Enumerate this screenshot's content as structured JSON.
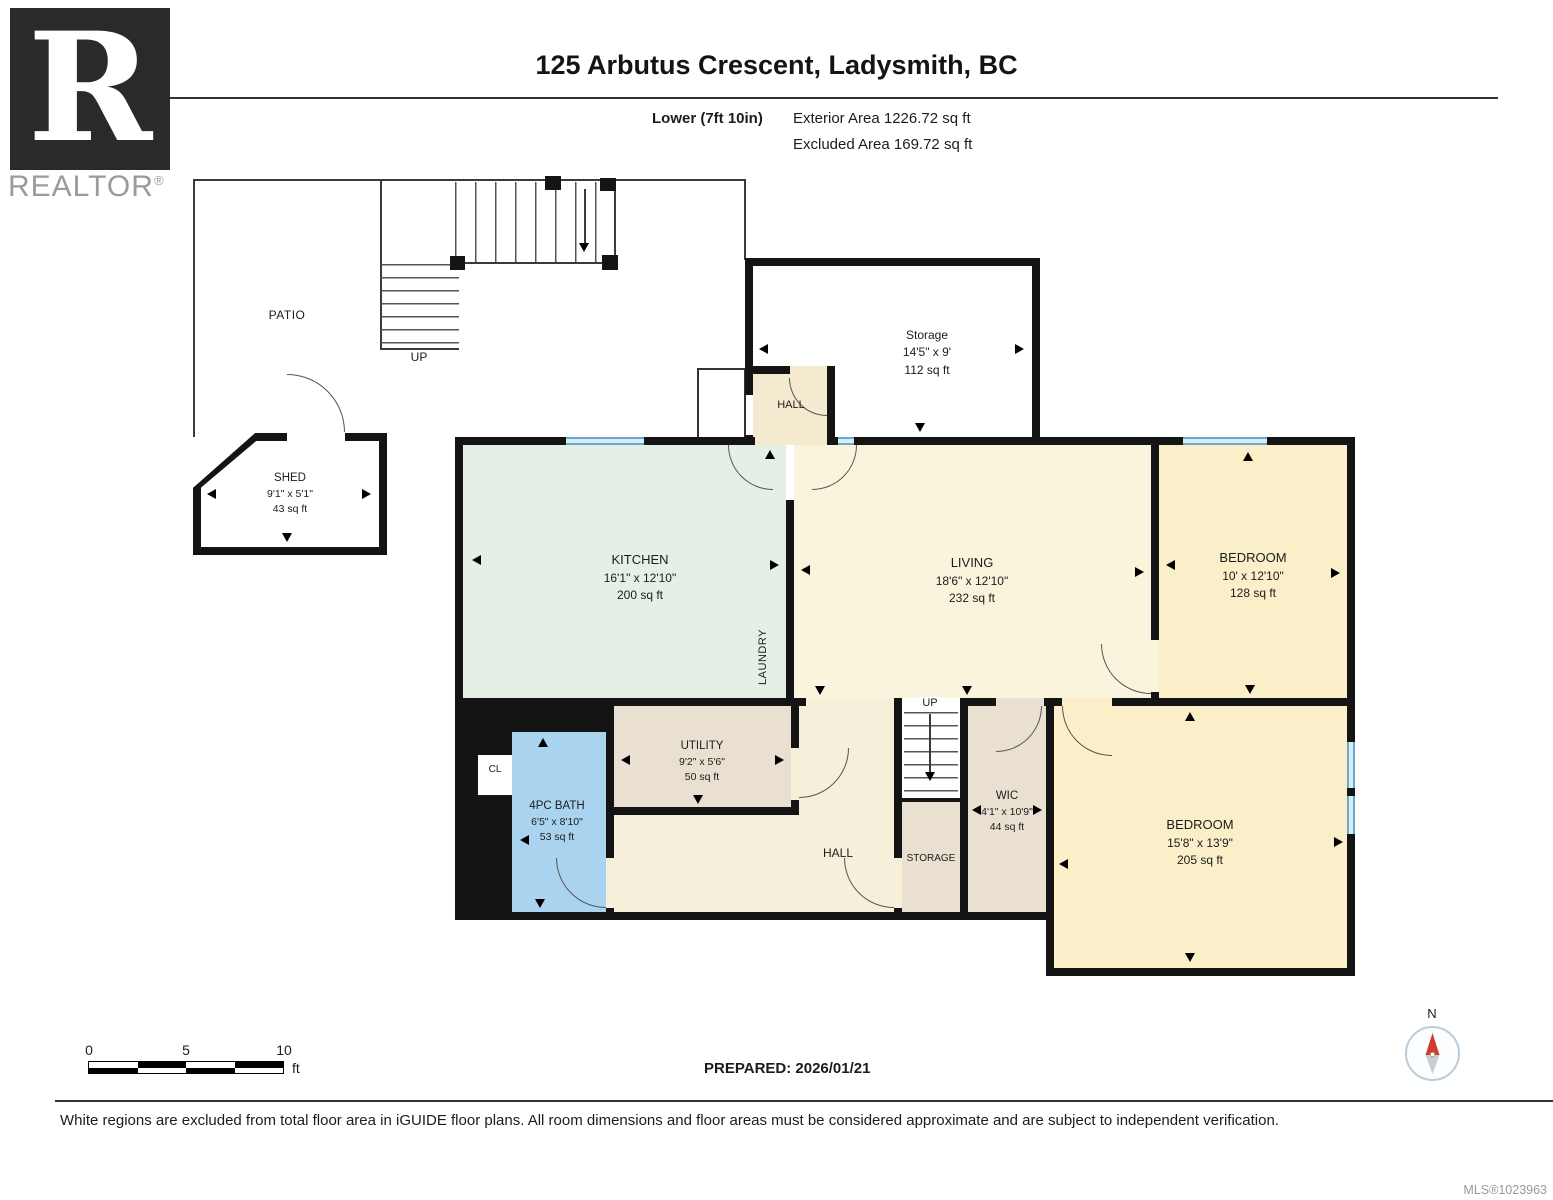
{
  "header": {
    "title": "125 Arbutus Crescent, Ladysmith, BC",
    "floor_label": "Lower (7ft 10in)",
    "exterior_area": "Exterior Area 1226.72 sq ft",
    "excluded_area": "Excluded Area 169.72 sq ft"
  },
  "logo": {
    "letter": "R",
    "brand": "REALTOR",
    "reg": "®"
  },
  "rooms": {
    "patio": {
      "name": "PATIO"
    },
    "stairs_top": {
      "up": "UP"
    },
    "shed": {
      "name": "SHED",
      "dims": "9'1\" x 5'1\"",
      "area": "43 sq ft"
    },
    "storage_top": {
      "name": "Storage",
      "dims": "14'5\" x 9'",
      "area": "112 sq ft"
    },
    "hall_top": {
      "name": "HALL"
    },
    "kitchen": {
      "name": "KITCHEN",
      "dims": "16'1\" x 12'10\"",
      "area": "200 sq ft"
    },
    "living": {
      "name": "LIVING",
      "dims": "18'6\" x 12'10\"",
      "area": "232 sq ft"
    },
    "laundry": {
      "name": "LAUNDRY"
    },
    "bedroom_upper": {
      "name": "BEDROOM",
      "dims": "10' x 12'10\"",
      "area": "128 sq ft"
    },
    "utility": {
      "name": "UTILITY",
      "dims": "9'2\" x 5'6\"",
      "area": "50 sq ft"
    },
    "bath": {
      "name": "4PC BATH",
      "dims": "6'5\" x 8'10\"",
      "area": "53 sq ft"
    },
    "closet": {
      "name": "CL"
    },
    "hall_lower": {
      "name": "HALL"
    },
    "stairs_mid": {
      "up": "UP"
    },
    "storage_lower": {
      "name": "STORAGE"
    },
    "wic": {
      "name": "WIC",
      "dims": "4'1\" x 10'9\"",
      "area": "44 sq ft"
    },
    "bedroom_lower": {
      "name": "BEDROOM",
      "dims": "15'8\" x 13'9\"",
      "area": "205 sq ft"
    }
  },
  "scale_bar": {
    "tick_0": "0",
    "tick_5": "5",
    "tick_10": "10",
    "unit": "ft"
  },
  "compass": {
    "north": "N"
  },
  "footer": {
    "prepared": "PREPARED: 2026/01/21",
    "disclaimer": "White regions are excluded from total floor area in iGUIDE floor plans. All room dimensions and floor areas must be considered approximate and are subject to independent verification.",
    "mls": "MLS®1023963"
  },
  "colors": {
    "wall": "#141414",
    "kitchen": "#e4efe6",
    "living": "#fbf4dc",
    "bedroom": "#faefc8",
    "hall": "#f6efda",
    "storage": "#e9e0d2",
    "bath": "#a9d3ee",
    "window": "#69a9cc"
  }
}
